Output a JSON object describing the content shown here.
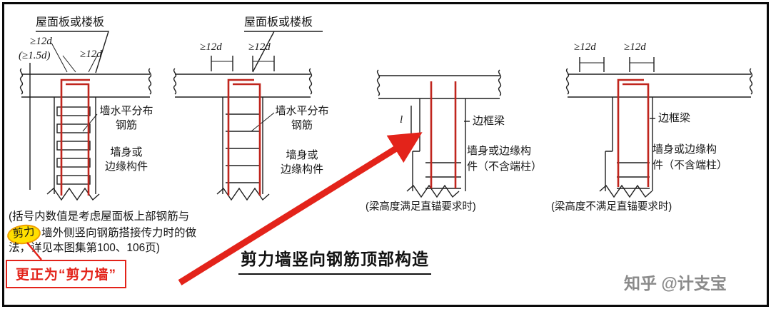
{
  "title": "剪力墙竖向钢筋顶部构造",
  "watermark": "知乎 @计支宝",
  "correction_note": "更正为“剪力墙”",
  "footnote": {
    "line1": "(括号内数值是考虑屋面板上部钢筋与",
    "line2_highlight": "剪力",
    "line2_rest": "墙外侧竖向钢筋搭接传力时的做",
    "line3": "法，详见本图集第100、106页)"
  },
  "diagram1": {
    "top_label": "屋面板或楼板",
    "dim_a": "≥12d",
    "dim_b": "(≥1.5d)",
    "dim_c": "≥12d",
    "rebar_label_line1": "墙水平分布",
    "rebar_label_line2": "钢筋",
    "wall_label_line1": "墙身或",
    "wall_label_line2": "边缘构件"
  },
  "diagram2": {
    "top_label": "屋面板或楼板",
    "dim_a": "≥12d",
    "dim_b": "≥12d",
    "rebar_label_line1": "墙水平分布",
    "rebar_label_line2": "钢筋",
    "wall_label_line1": "墙身或",
    "wall_label_line2": "边缘构件"
  },
  "diagram3": {
    "dim_left": "l",
    "beam_label": "边框梁",
    "wall_label_line1": "墙身或边缘构",
    "wall_label_line2": "件（不含端柱）",
    "condition_note": "(梁高度满足直锚要求时)"
  },
  "diagram4": {
    "dim_a": "≥12d",
    "dim_b": "≥12d",
    "beam_label": "边框梁",
    "wall_label_line1": "墙身或边缘构",
    "wall_label_line2": "件（不含端柱）",
    "condition_note": "(梁高度不满足直锚要求时)"
  },
  "colors": {
    "rebar_red": "#c0251d",
    "arrow_red": "#e3231a",
    "highlight_yellow": "#ffdf00",
    "line_black": "#1e1e1e"
  }
}
